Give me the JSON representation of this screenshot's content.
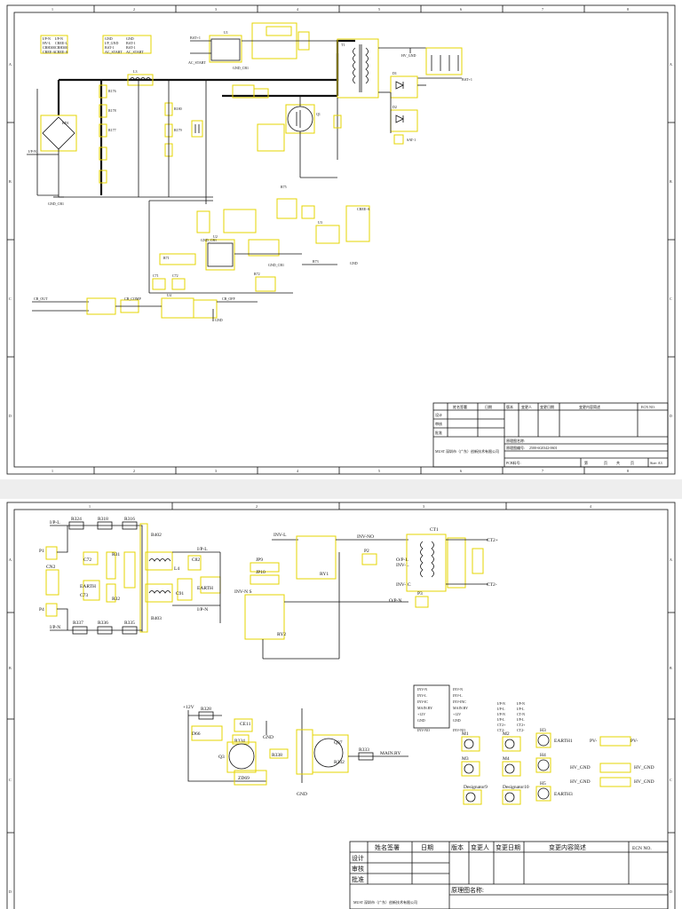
{
  "sheet1": {
    "col_labels": [
      "1",
      "2",
      "3",
      "4",
      "5",
      "6",
      "7",
      "8"
    ],
    "row_labels": [
      "A",
      "B",
      "C",
      "D"
    ],
    "labels": {
      "bat": "BAT+1",
      "bat_out": "BAT+1",
      "ac_start": "AC_START",
      "hv_gnd": "HV_GND",
      "gnd_cb": "GND_CB1",
      "ip_n": "I/P-N",
      "gnd_cb2": "GND_CB1",
      "gnd": "GND",
      "cb_out": "CB_OUT",
      "comp": "CB_COMP",
      "gnd_cb3": "GND_CB1",
      "cb_off": "CB_OFF",
      "sat": "SAT-1",
      "cb_a": "CREE-A",
      "gnd_cb4": "GND_CB1"
    },
    "netlist": [
      [
        "I/P-N",
        "I/P-N"
      ],
      [
        "HV-L",
        "CREE-L"
      ],
      [
        "CBH300",
        "CBH300"
      ],
      [
        "CREE-A",
        "CREE-A"
      ],
      [
        "GND",
        "GND"
      ],
      [
        "I/P_GND",
        "BAT-1"
      ],
      [
        "BAT-1",
        "BAT-1"
      ],
      [
        "AC_START",
        "AC_START"
      ]
    ],
    "parts": {
      "u1": "U1",
      "bd1": "BD1",
      "l3": "L3",
      "r1": "R176",
      "r2": "R178",
      "r3": "R177",
      "r4": "R180",
      "r5": "R179",
      "q1": "Q1",
      "t1": "T1",
      "u2": "U2",
      "u3": "U3",
      "u4": "U4",
      "r6": "R71",
      "r7": "R72",
      "r8": "R73",
      "r9": "R75",
      "c1": "C71",
      "c2": "C72",
      "d1": "D1",
      "d2": "D2"
    },
    "title_block": {
      "h_sign": "姓名签署",
      "h_date": "日期",
      "h_rev": "版本",
      "h_chg": "变更人",
      "h_cdate": "变更日期",
      "h_desc": "变更内容简述",
      "h_ecn": "ECN NO.",
      "r_design": "设计",
      "r_review": "审核",
      "r_approve": "批准",
      "company": "MUST 深圳市（广东）创新技术有限公司",
      "sch_name": "原理图名称:",
      "sch_no": "原理图编号:",
      "sch_no_val": "2500-6G0342-0601",
      "pcb": "PCB料号:",
      "page": "第",
      "of": "页",
      "total": "共",
      "page_end": "页",
      "size": "Size: A3"
    }
  },
  "sheet2": {
    "col_labels": [
      "1",
      "2",
      "3",
      "4"
    ],
    "row_labels": [
      "A",
      "B",
      "C",
      "D"
    ],
    "labels": {
      "ip_l_top": "I/P-L",
      "r324": "R324",
      "r318": "R318",
      "r316": "R316",
      "b402": "B402",
      "p1": "P1",
      "cn2": "CN2",
      "p4": "P4",
      "ip_n_bot": "I/P-N",
      "r337": "R337",
      "r336": "R336",
      "r335": "R335",
      "b403": "B403",
      "c72": "C72",
      "ce14": "EARTH",
      "c73": "C73",
      "r31": "R31",
      "r32": "R32",
      "l4": "L4",
      "ip_l_mid": "I/P-L",
      "c82": "C82",
      "c91": "C91",
      "earth": "EARTH",
      "ip_n_mid": "I/P-N",
      "jp9": "JP9",
      "jp10": "JP10",
      "inv_l": "INV-L",
      "inv_n_s": "INV-N S",
      "ry1": "RY1",
      "ry2": "RY2",
      "inv_no": "INV-NO",
      "p2": "P2",
      "op_l": "O/P-L",
      "inv_a": "INV-L",
      "inv_ic": "INV-IC",
      "ct1": "CT1",
      "ct2p": "CT2+",
      "ct2m": "CT2-",
      "p3": "P3",
      "op_n": "O/P-N",
      "plus12": "+12V",
      "r328": "R328",
      "d66": "D66",
      "ce11": "CE11",
      "r334": "R334",
      "q3": "Q3",
      "r338": "R338",
      "zd69": "ZD69",
      "gnd1": "GND",
      "q37": "Q37",
      "r332": "R332",
      "r333": "R333",
      "main_ry": "MAIN.RY",
      "gnd2": "GND",
      "m1": "M1",
      "m2": "M2",
      "m3": "M3",
      "m4": "M4",
      "h3": "H3",
      "h4": "H4",
      "h5": "H5",
      "earth1": "EARTH1",
      "earth3": "EARTH3",
      "des9": "Designator9",
      "des10": "Designator10",
      "pv_m": "PV-",
      "pv_p": "PV-",
      "hvg1": "HV_GND",
      "hvg2": "HV_GND",
      "hvg3": "HV_GND",
      "hvg4": "HV_GND"
    },
    "net_left": [
      "INV-N",
      "INV-L",
      "INV-IC",
      "MAIN.RY",
      "+12V",
      "GND",
      "INV-NO"
    ],
    "net_left_alias": [
      "INV-N",
      "INV-L",
      "INV-INC",
      "MAIN.RY",
      "+12V",
      "GND",
      "INV-NO"
    ],
    "net_right": [
      "I/P-N",
      "I/P-L",
      "I/P-N",
      "I/P-L",
      "CT2+",
      "CT2-"
    ],
    "net_right_alias": [
      "I/P-N",
      "I/P-L",
      "CT-N",
      "I/P-L",
      "CT2+",
      "CT2-"
    ],
    "title_block": {
      "h_sign": "姓名签署",
      "h_date": "日期",
      "h_rev": "版本",
      "h_chg": "变更人",
      "h_cdate": "变更日期",
      "h_desc": "变更内容简述",
      "h_ecn": "ECN NO.",
      "r_design": "设计",
      "r_review": "审核",
      "r_approve": "批准",
      "company": "MUST 深圳市（广东）创新技术有限公司",
      "sch_name": "原理图名称:"
    }
  }
}
